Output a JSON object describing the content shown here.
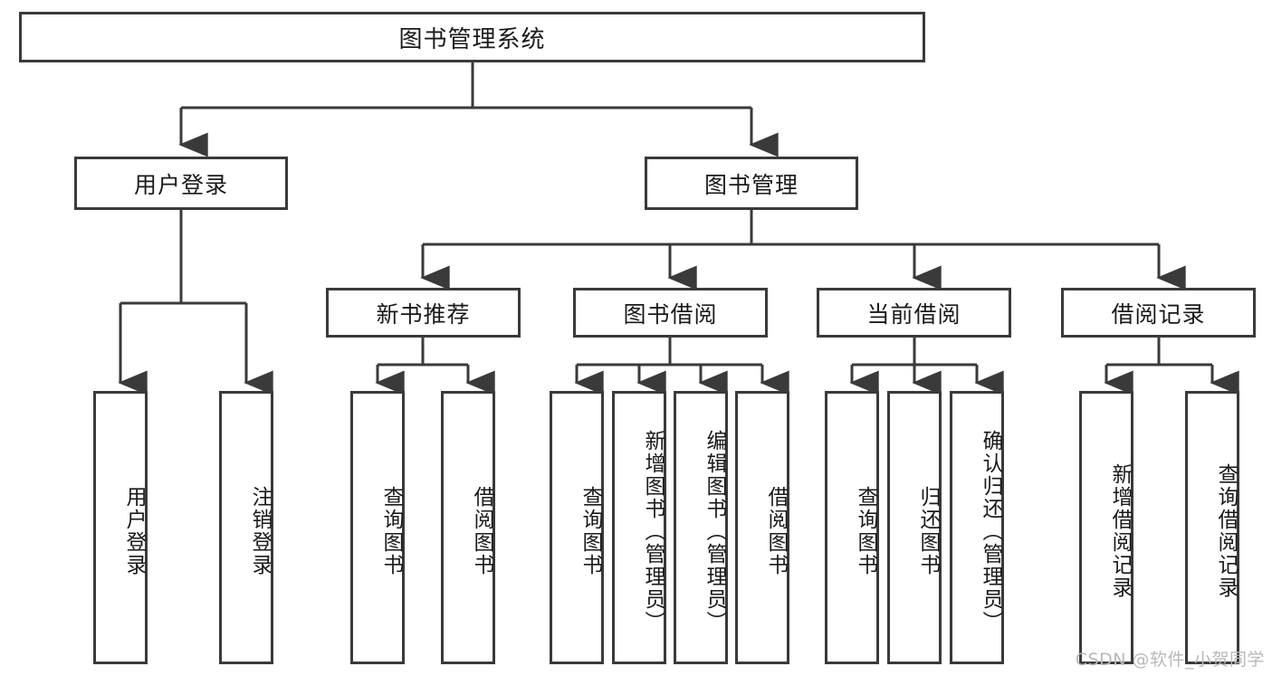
{
  "diagram": {
    "type": "tree",
    "title": "图书管理系统",
    "watermark": "CSDN @软件_小贺同学",
    "colors": {
      "border": "#3a3a3a",
      "background": "#ffffff",
      "text": "#1a1a1a",
      "watermark": "#b9b9b9"
    },
    "levels": {
      "root": {
        "label": "图书管理系统"
      },
      "level2": [
        {
          "label": "用户登录"
        },
        {
          "label": "图书管理"
        }
      ],
      "level3": [
        {
          "label": "新书推荐"
        },
        {
          "label": "图书借阅"
        },
        {
          "label": "当前借阅"
        },
        {
          "label": "借阅记录"
        }
      ],
      "leaves_user_login": [
        {
          "label": "用户登录"
        },
        {
          "label": "注销登录"
        }
      ],
      "leaves_new_book": [
        {
          "label": "查询图书"
        },
        {
          "label": "借阅图书"
        }
      ],
      "leaves_borrow": [
        {
          "label": "查询图书"
        },
        {
          "label": "新增图书（管理员）"
        },
        {
          "label": "编辑图书（管理员）"
        },
        {
          "label": "借阅图书"
        }
      ],
      "leaves_current": [
        {
          "label": "查询图书"
        },
        {
          "label": "归还图书"
        },
        {
          "label": "确认归还（管理员）"
        }
      ],
      "leaves_record": [
        {
          "label": "新增借阅记录"
        },
        {
          "label": "查询借阅记录"
        }
      ]
    }
  }
}
